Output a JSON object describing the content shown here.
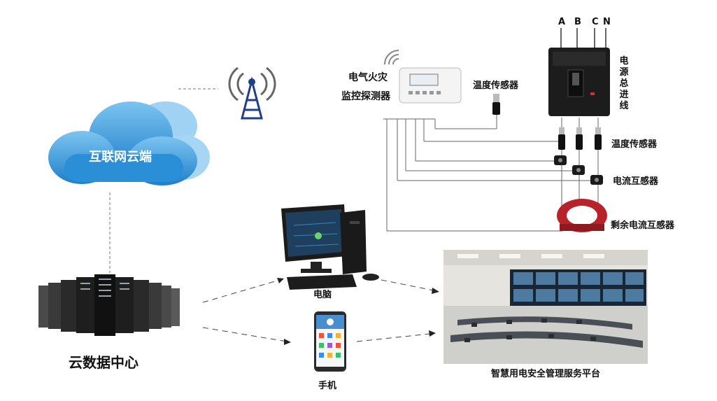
{
  "cloud": {
    "label": "互联网云端"
  },
  "datacenter": {
    "label": "云数据中心"
  },
  "detector": {
    "label_line1": "电气火灾",
    "label_line2": "监控探测器"
  },
  "temp_sensor_top": {
    "label": "温度传感器"
  },
  "breaker": {
    "phase_labels": [
      "A",
      "B",
      "C",
      "N"
    ],
    "side_label": "电源总进线"
  },
  "temp_sensors": {
    "label": "温度传感器"
  },
  "current_transformers": {
    "label": "电流互感器"
  },
  "residual_ct": {
    "label": "剩余电流互感器"
  },
  "computer": {
    "label": "电脑"
  },
  "phone": {
    "label": "手机"
  },
  "platform": {
    "label": "智慧用电安全管理服务平台"
  },
  "colors": {
    "cloud": "#2a8fd6",
    "ct_ring": "#b8232a",
    "tower": "#1f3f8a"
  }
}
